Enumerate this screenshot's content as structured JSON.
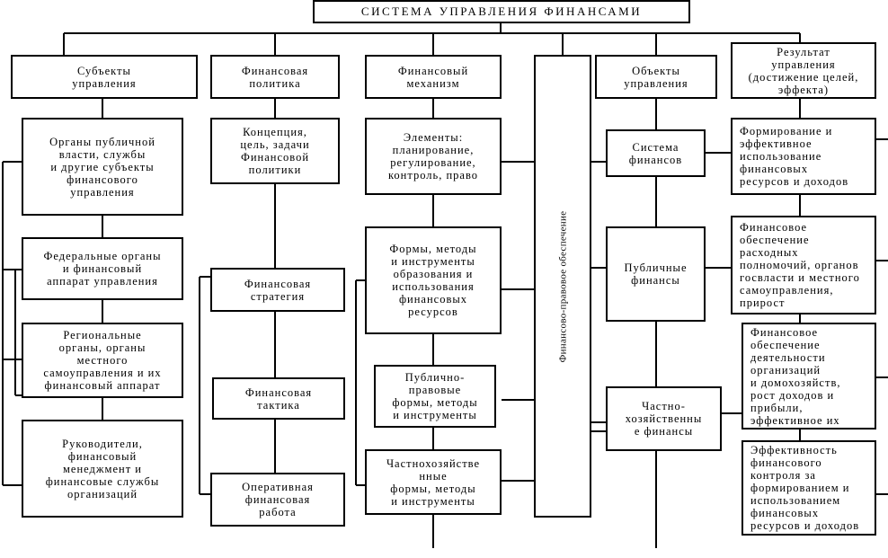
{
  "title": "СИСТЕМА УПРАВЛЕНИЯ ФИНАНСАМИ",
  "headers": {
    "subjects": "Субъекты\nуправления",
    "policy": "Финансовая\nполитика",
    "mechanism": "Финансовый\nмеханизм",
    "legal": "Финансово-правовое обеспечение",
    "objects": "Объекты\nуправления",
    "result": "Результат\nуправления\n(достижение целей,\nэффекта)"
  },
  "subjects": [
    "Органы публичной\nвласти, службы\nи другие субъекты\nфинансового\nуправления",
    "Федеральные органы\nи финансовый\nаппарат управления",
    "Региональные\nорганы, органы\nместного\nсамоуправления и их\nфинансовый аппарат",
    "Руководители,\nфинансовый\nменеджмент и\nфинансовые службы\nорганизаций"
  ],
  "policy": [
    "Концепция,\nцель, задачи\nФинансовой\nполитики",
    "Финансовая\nстратегия",
    "Финансовая\nтактика",
    "Оперативная\nфинансовая\nработа"
  ],
  "mechanism": [
    "Элементы:\nпланирование,\nрегулирование,\nконтроль, право",
    "Формы, методы\nи инструменты\nобразования и\nиспользования\nфинансовых\nресурсов",
    "Публично-\nправовые\nформы, методы\nи инструменты",
    "Частнохозяйстве\nнные\nформы, методы\nи инструменты"
  ],
  "objects": [
    "Система\nфинансов",
    "Публичные\nфинансы",
    "Частно-\nхозяйственны\nе финансы"
  ],
  "results": [
    "Формирование и\nэффективное\nиспользование\nфинансовых\nресурсов и доходов",
    "Финансовое\nобеспечение\nрасходных\nполномочий, органов\nгосвласти и местного\nсамоуправления,\nприрост",
    "Финансовое\nобеспечение\nдеятельности\nорганизаций\nи домохозяйств,\nрост доходов и\nприбыли,\nэффективное их",
    "Эффективность\nфинансового\nконтроля за\nформированием и\nиспользованием\nфинансовых\nресурсов и доходов"
  ]
}
